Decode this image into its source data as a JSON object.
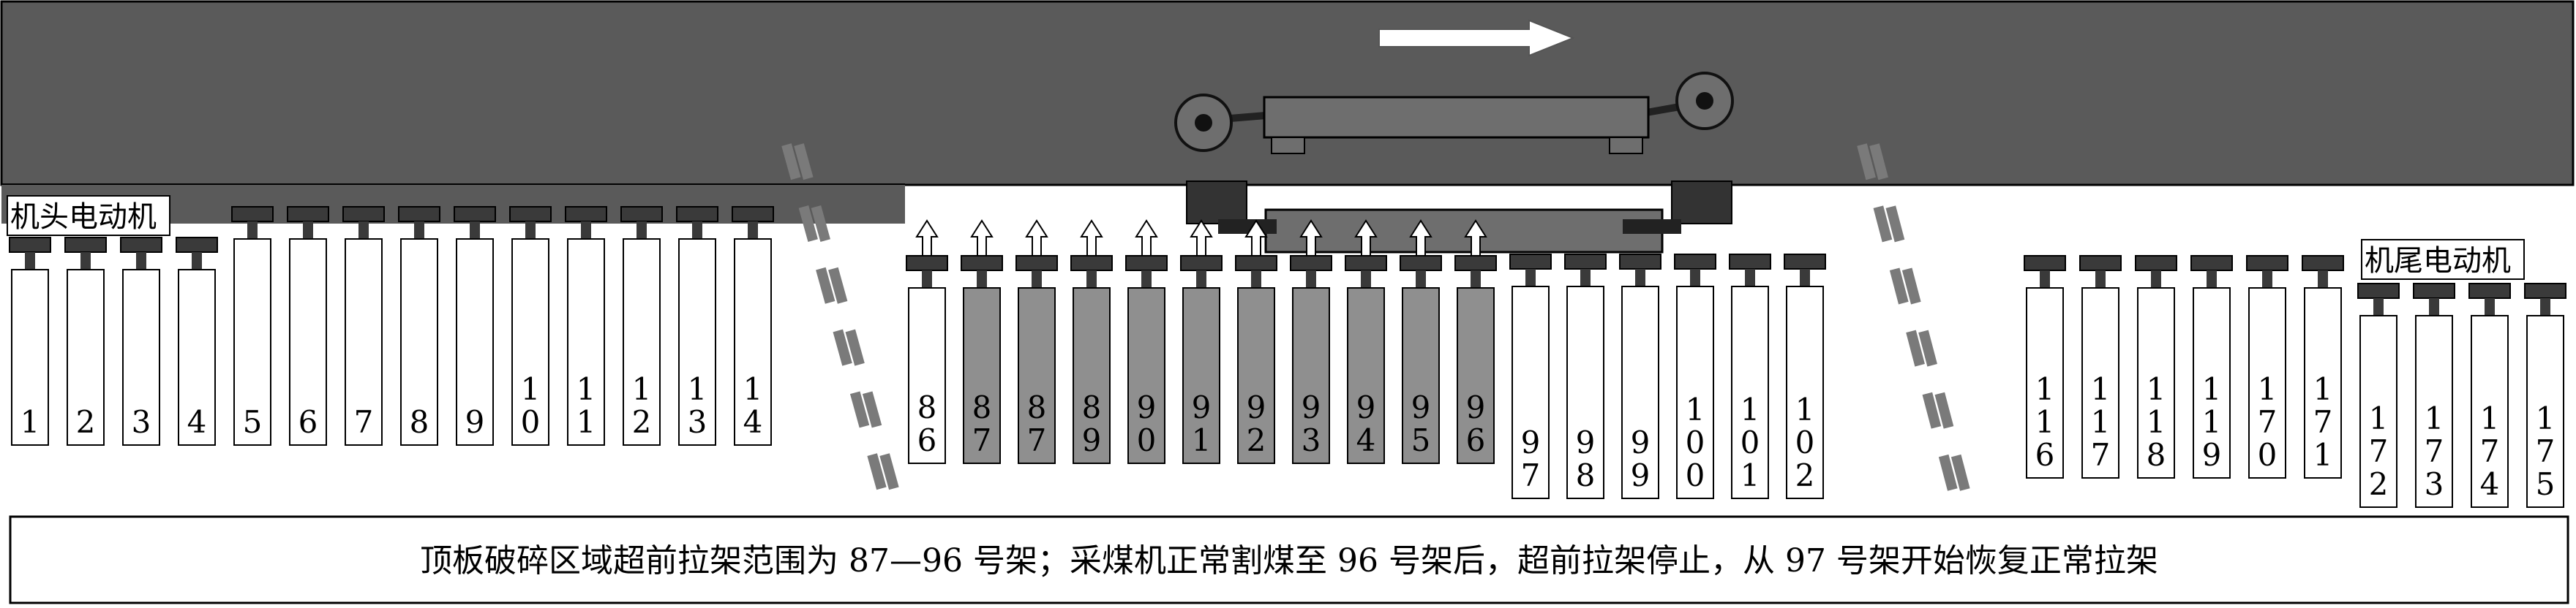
{
  "labels": {
    "head_motor": "机头电动机",
    "tail_motor": "机尾电动机"
  },
  "caption": "顶板破碎区域超前拉架范围为 87—96 号架；采煤机正常割煤至 96 号架后，超前拉架停止，从 97 号架开始恢复正常拉架",
  "supports": {
    "group_a": [
      "1",
      "2",
      "3",
      "4",
      "5",
      "6",
      "7",
      "8",
      "9",
      "10",
      "11",
      "12",
      "13",
      "14"
    ],
    "group_b": [
      "86",
      "87",
      "87",
      "89",
      "90",
      "91",
      "92",
      "93",
      "94",
      "95",
      "96",
      "97",
      "98",
      "99",
      "100",
      "101",
      "102"
    ],
    "group_c": [
      "116",
      "117",
      "118",
      "119",
      "170",
      "171",
      "172",
      "173",
      "174",
      "175"
    ],
    "advanced": [
      "87",
      "87",
      "89",
      "90",
      "91",
      "92",
      "93",
      "94",
      "95",
      "96"
    ]
  },
  "colors": {
    "roof": "#5a5a5a",
    "support_normal": "#ffffff",
    "support_advanced": "#8f8f8f",
    "cap": "#3a3a3a",
    "break_mark": "#7a7a7a",
    "shearer_body": "#6e6e6e"
  },
  "icons": {
    "direction": "right-arrow-icon",
    "lift": "up-arrow-icon",
    "break": "break-line-icon"
  }
}
